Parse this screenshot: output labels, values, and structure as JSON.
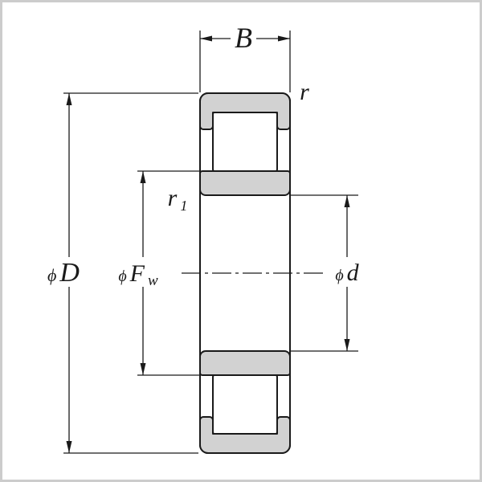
{
  "diagram": {
    "colors": {
      "background": "#ffffff",
      "frame": "#cccccc",
      "line": "#1a1a1a",
      "ring_fill": "#d2d2d2",
      "roller_fill": "#ffffff"
    },
    "labels": {
      "width": {
        "main": "B"
      },
      "outer_ring_chamfer": {
        "main": "r"
      },
      "inner_ring_chamfer": {
        "main": "r",
        "sub": "1"
      },
      "outer_diameter": {
        "prefix": "ϕ",
        "main": "D"
      },
      "roller_inscribed_diameter": {
        "prefix": "ϕ",
        "main": "F",
        "sub": "w"
      },
      "bore_diameter": {
        "prefix": "ϕ",
        "main": "d"
      }
    }
  }
}
